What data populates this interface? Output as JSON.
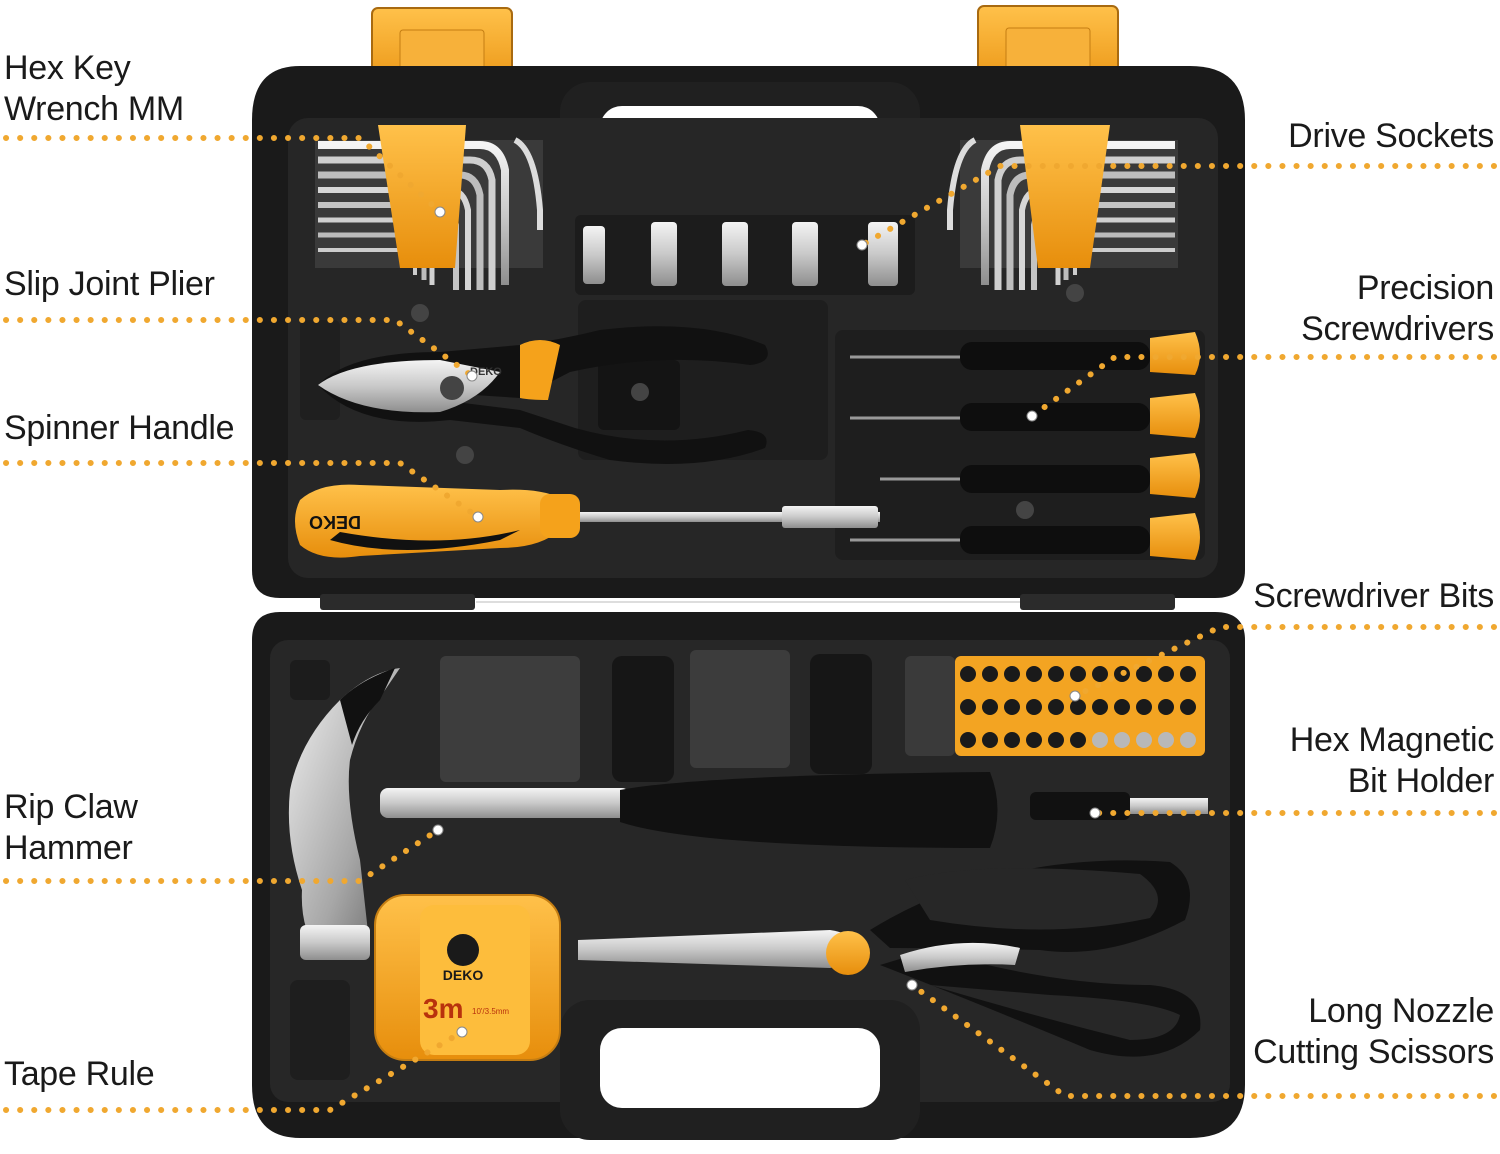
{
  "colors": {
    "accent": "#f5a21b",
    "accent_light": "#fdb833",
    "case": "#1b1b1b",
    "tray": "#2a2a2a",
    "steel": "#d8d8d8",
    "leader_dots": "#f0a830"
  },
  "callouts": {
    "left": [
      {
        "id": "hex-key",
        "text": "Hex Key\nWrench MM"
      },
      {
        "id": "slip-joint",
        "text": "Slip Joint Plier"
      },
      {
        "id": "spinner",
        "text": "Spinner Handle"
      },
      {
        "id": "hammer",
        "text": "Rip Claw\nHammer"
      },
      {
        "id": "tape",
        "text": "Tape Rule"
      }
    ],
    "right": [
      {
        "id": "sockets",
        "text": "Drive Sockets"
      },
      {
        "id": "precision",
        "text": "Precision\nScrewdrivers"
      },
      {
        "id": "bits",
        "text": "Screwdriver Bits"
      },
      {
        "id": "bit-holder",
        "text": "Hex Magnetic\nBit Holder"
      },
      {
        "id": "scissors",
        "text": "Long Nozzle\nCutting Scissors"
      }
    ]
  },
  "product_marks": {
    "brand": "DEKO",
    "brand_on_handle": "DEKO",
    "tape_length": "3m",
    "tape_sub": "10'/3.5mm"
  }
}
